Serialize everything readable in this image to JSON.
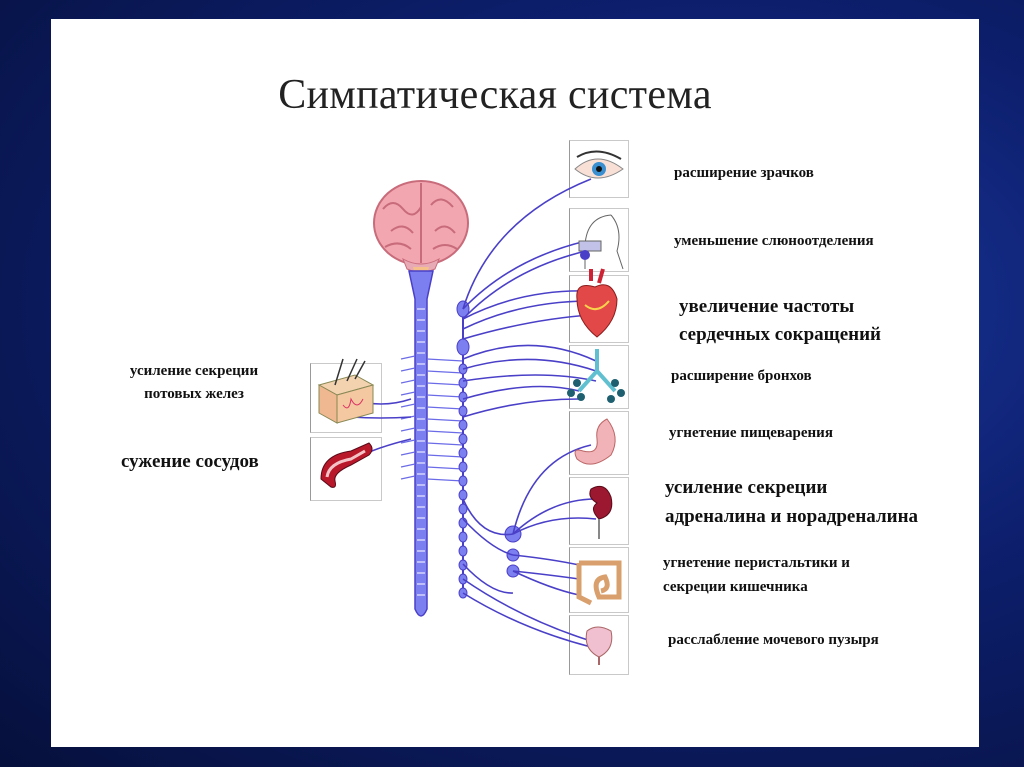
{
  "title": "Симпатическая система",
  "effects_right": [
    {
      "organ": "eye",
      "text": "расширение зрачков"
    },
    {
      "organ": "salivary-gland",
      "text": "уменьшение слюноотделения"
    },
    {
      "organ": "heart",
      "lines": [
        "увеличение частоты",
        "сердечных сокращений"
      ]
    },
    {
      "organ": "lungs",
      "text": "расширение бронхов"
    },
    {
      "organ": "stomach",
      "text": "угнетение пищеварения"
    },
    {
      "organ": "adrenal-kidney",
      "lines": [
        "усиление секреции",
        "адреналина и норадреналина"
      ]
    },
    {
      "organ": "intestine",
      "lines": [
        "угнетение перистальтики и",
        "секреции кишечника"
      ]
    },
    {
      "organ": "bladder",
      "text": "расслабление мочевого пузыря"
    }
  ],
  "effects_left": [
    {
      "organ": "skin",
      "lines": [
        "усиление секреции",
        "потовых желез"
      ]
    },
    {
      "organ": "blood-vessel",
      "text": "сужение сосудов"
    }
  ],
  "colors": {
    "nerve": "#4a40c8",
    "spine": "#7c7ff0",
    "brain": "#f2a6b0",
    "background": "#0d1f6e"
  }
}
